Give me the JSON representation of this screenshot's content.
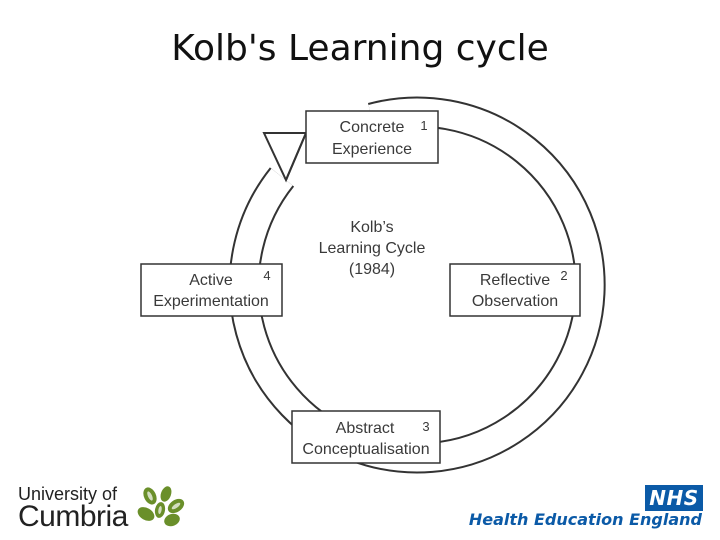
{
  "slide": {
    "title": "Kolb's Learning cycle"
  },
  "diagram": {
    "center": [
      "Kolb’s",
      "Learning Cycle",
      "(1984)"
    ],
    "stages": [
      {
        "number": "1",
        "lines": [
          "Concrete",
          "Experience"
        ]
      },
      {
        "number": "2",
        "lines": [
          "Reflective",
          "Observation"
        ]
      },
      {
        "number": "3",
        "lines": [
          "Abstract",
          "Conceptualisation"
        ]
      },
      {
        "number": "4",
        "lines": [
          "Active",
          "Experimentation"
        ]
      }
    ]
  },
  "logos": {
    "university_line1": "University of",
    "university_line2": "Cumbria",
    "nhs_badge": "NHS",
    "hee_text": "Health Education England",
    "nhs_color": "#0b5aa7",
    "leaf_color": "#6a8f2a"
  }
}
